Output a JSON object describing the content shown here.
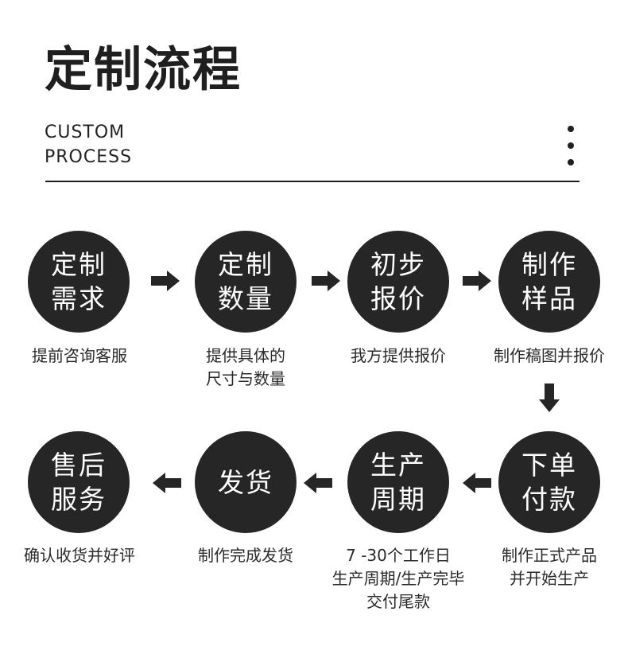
{
  "header": {
    "title": "定制流程",
    "subtitle_line1": "CUSTOM",
    "subtitle_line2": "PROCESS"
  },
  "colors": {
    "circle": "#262626",
    "text": "#222222",
    "background": "#ffffff"
  },
  "steps": [
    {
      "line1": "定制",
      "line2": "需求",
      "desc": [
        "提前咨询客服"
      ]
    },
    {
      "line1": "定制",
      "line2": "数量",
      "desc": [
        "提供具体的",
        "尺寸与数量"
      ]
    },
    {
      "line1": "初步",
      "line2": "报价",
      "desc": [
        "我方提供报价"
      ]
    },
    {
      "line1": "制作",
      "line2": "样品",
      "desc": [
        "制作稿图并报价"
      ]
    },
    {
      "line1": "下单",
      "line2": "付款",
      "desc": [
        "制作正式产品",
        "并开始生产"
      ]
    },
    {
      "line1": "生产",
      "line2": "周期",
      "desc": [
        "7 -30个工作日",
        "生产周期/生产完毕",
        "交付尾款"
      ]
    },
    {
      "line1": "发货",
      "line2": "",
      "desc": [
        "制作完成发货"
      ]
    },
    {
      "line1": "售后",
      "line2": "服务",
      "desc": [
        "确认收货并好评"
      ]
    }
  ],
  "arrows": [
    "right-arrow-icon",
    "right-arrow-icon",
    "right-arrow-icon",
    "down-arrow-icon",
    "left-arrow-icon",
    "left-arrow-icon",
    "left-arrow-icon"
  ]
}
